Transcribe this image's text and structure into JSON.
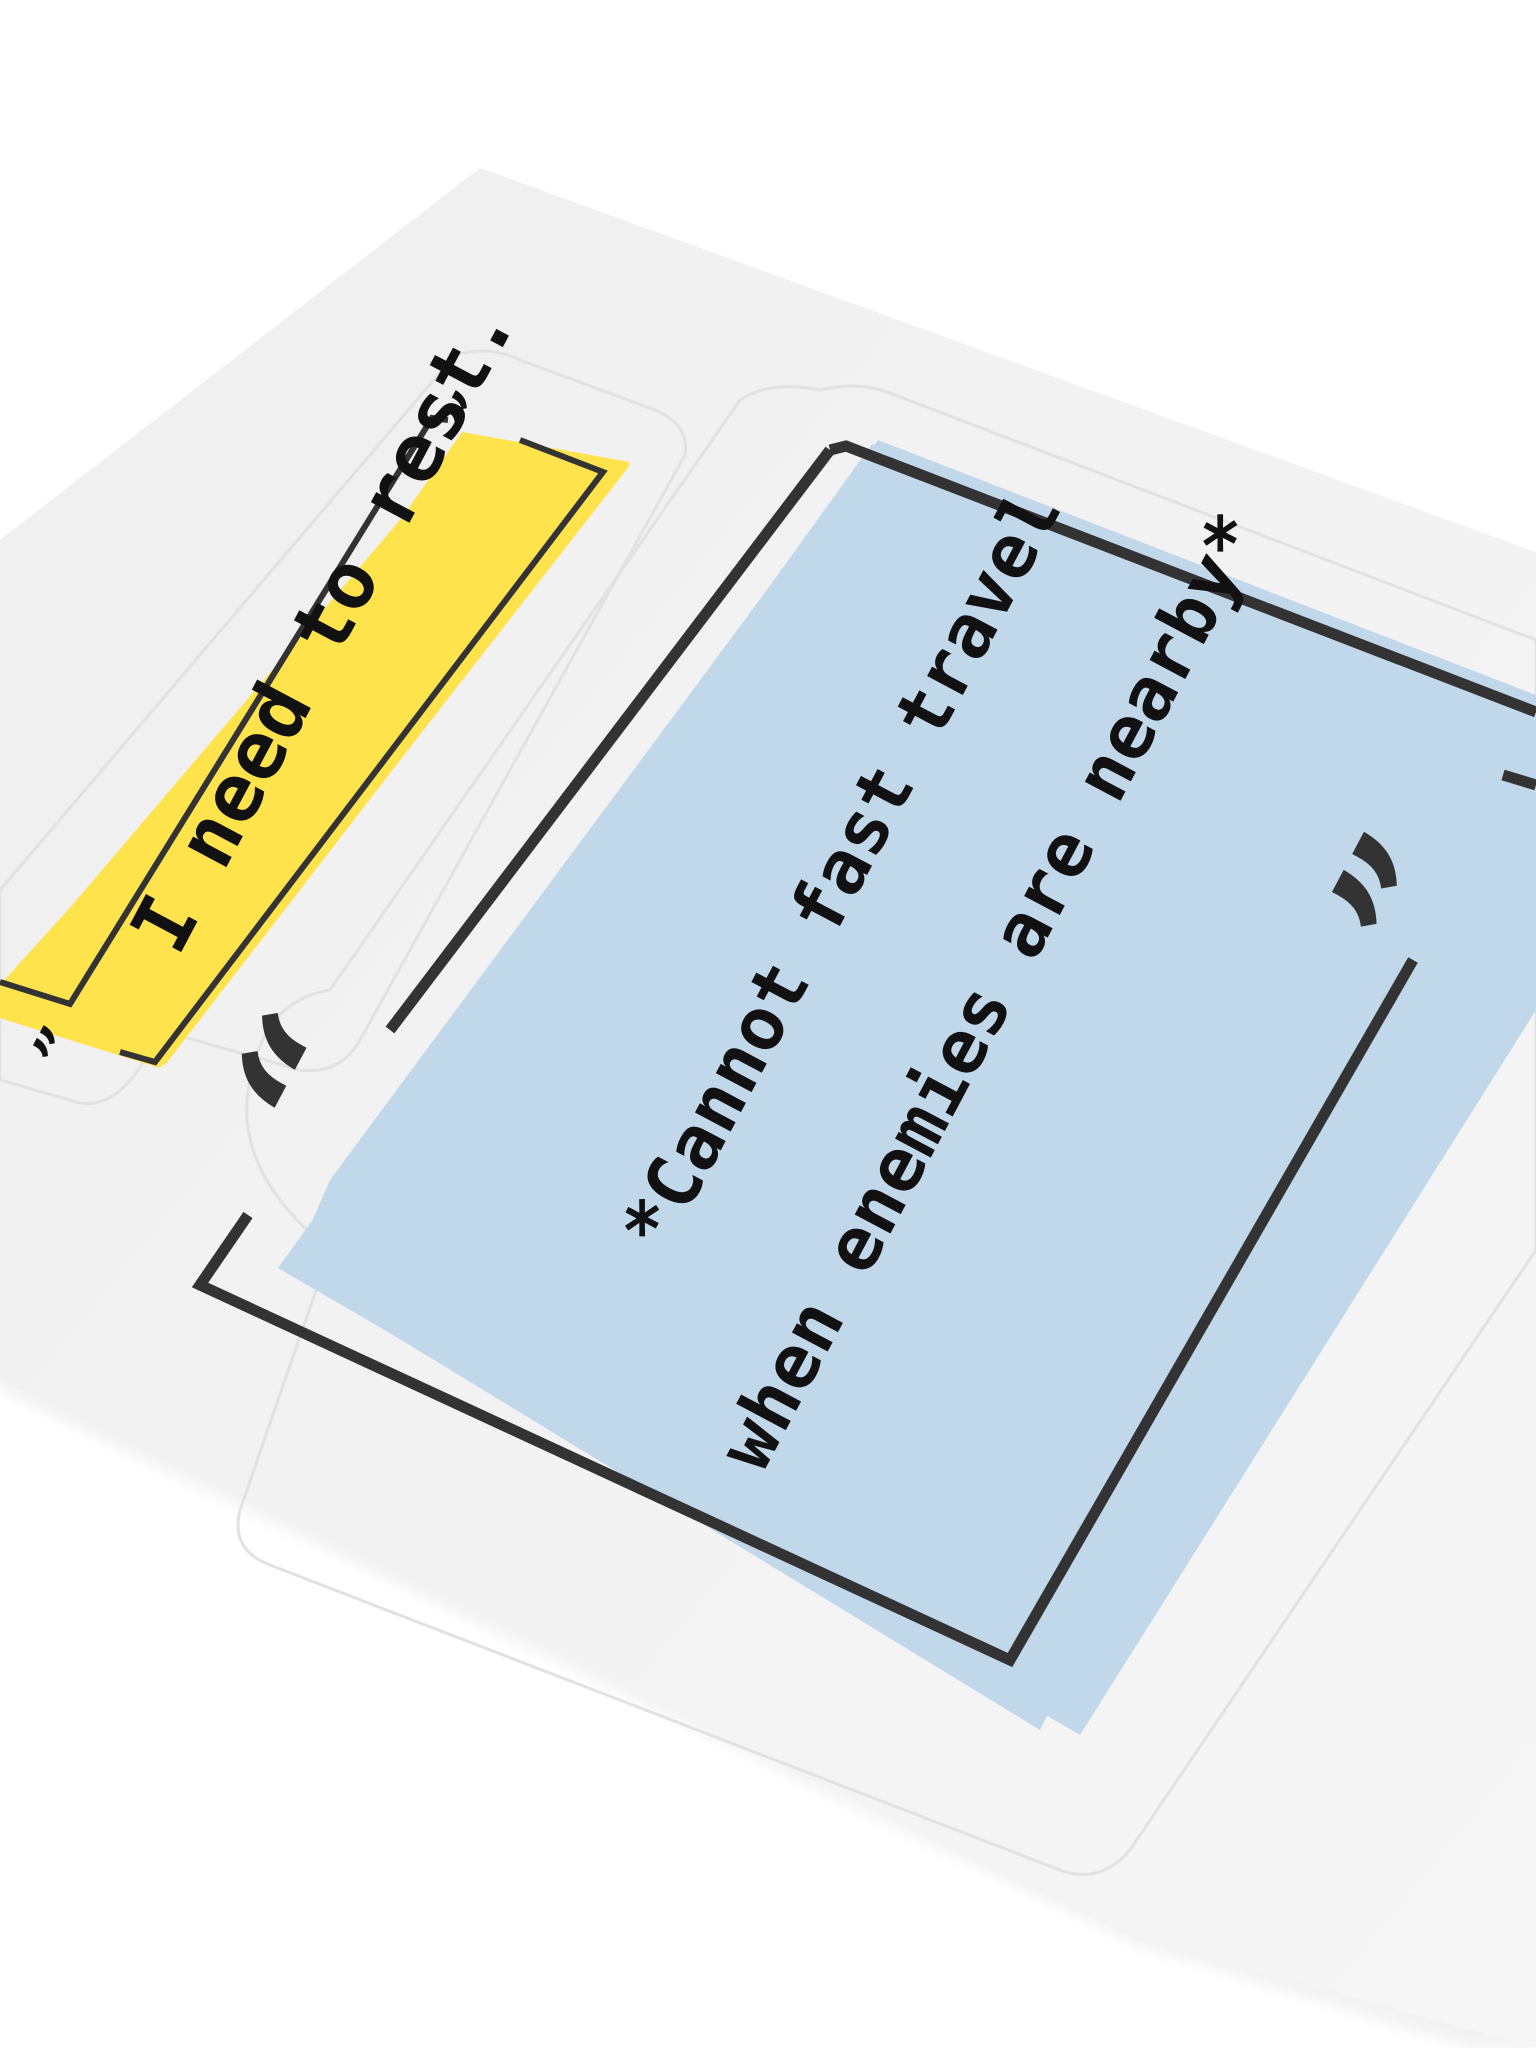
{
  "stickers": {
    "small": {
      "text": "I need to rest.",
      "background": "#FFE34D"
    },
    "large": {
      "line1": "*Cannot fast travel",
      "line2": "when enemies are nearby*",
      "background": "#C1D8EB"
    }
  },
  "colors": {
    "sheet": "#F2F2F2",
    "frame": "#333333",
    "text": "#111111"
  }
}
